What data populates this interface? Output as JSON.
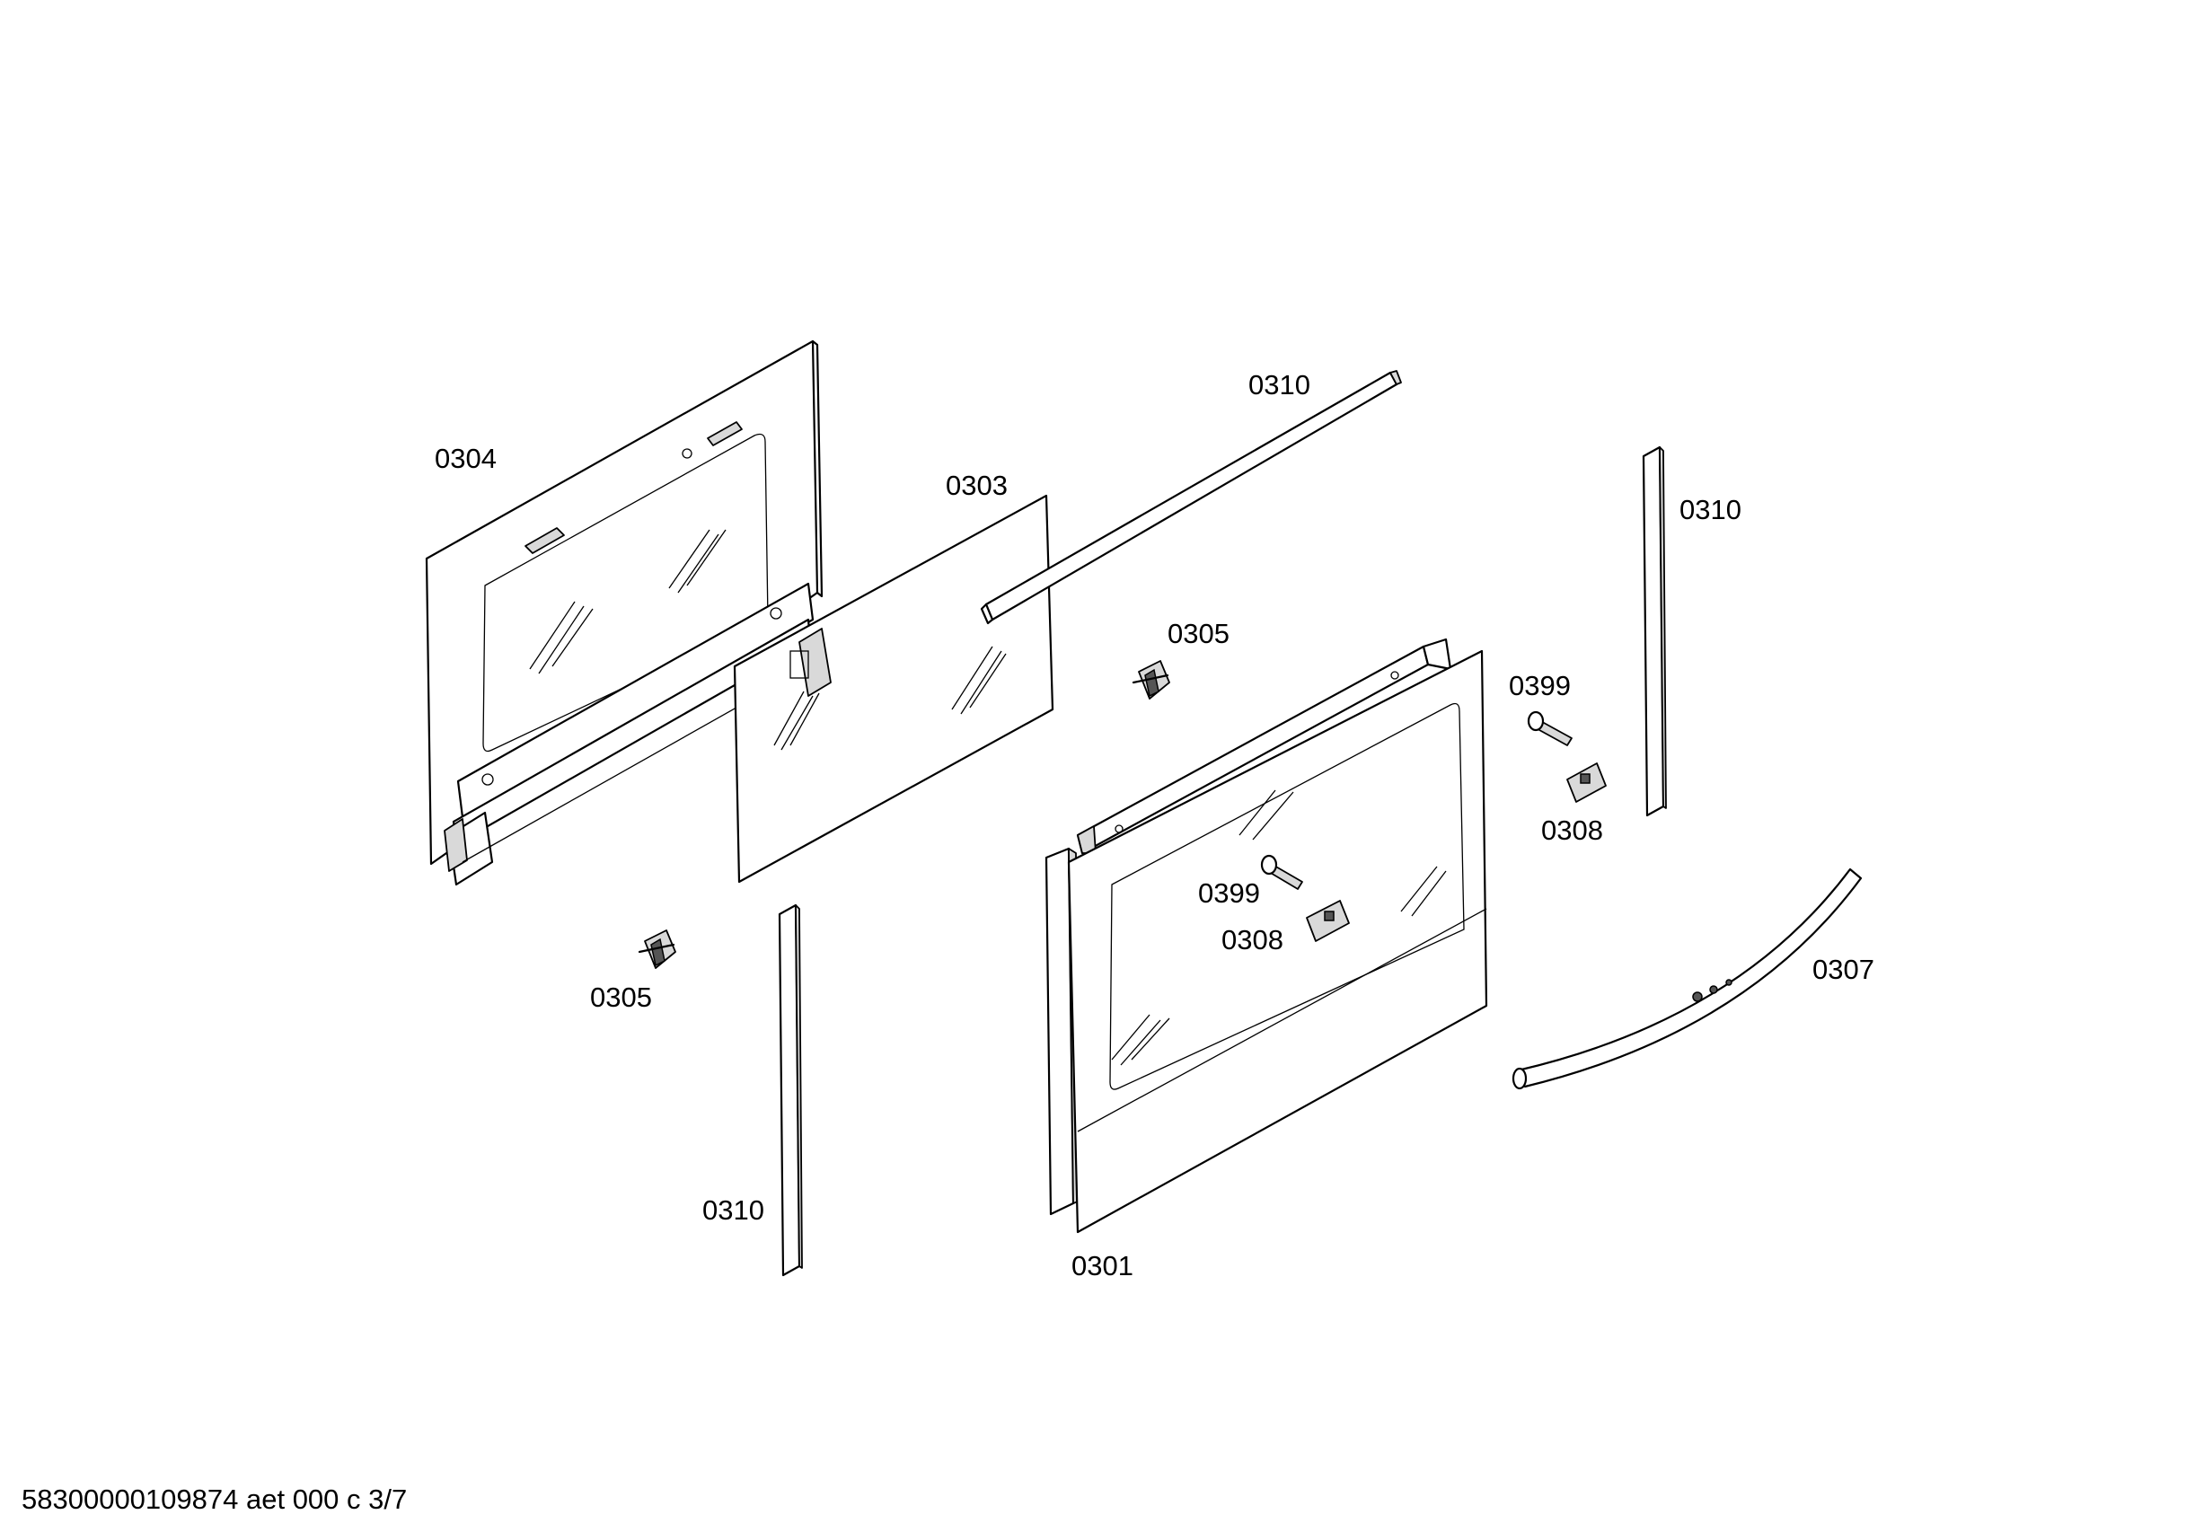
{
  "labels": {
    "p0304": "0304",
    "p0303": "0303",
    "p0310_top": "0310",
    "p0310_right": "0310",
    "p0305_mid": "0305",
    "p0399_upper": "0399",
    "p0308_upper": "0308",
    "p0399_lower": "0399",
    "p0308_lower": "0308",
    "p0307": "0307",
    "p0305_left": "0305",
    "p0310_bottom": "0310",
    "p0301": "0301"
  },
  "footer": "58300000109874 aet 000 c 3/7"
}
